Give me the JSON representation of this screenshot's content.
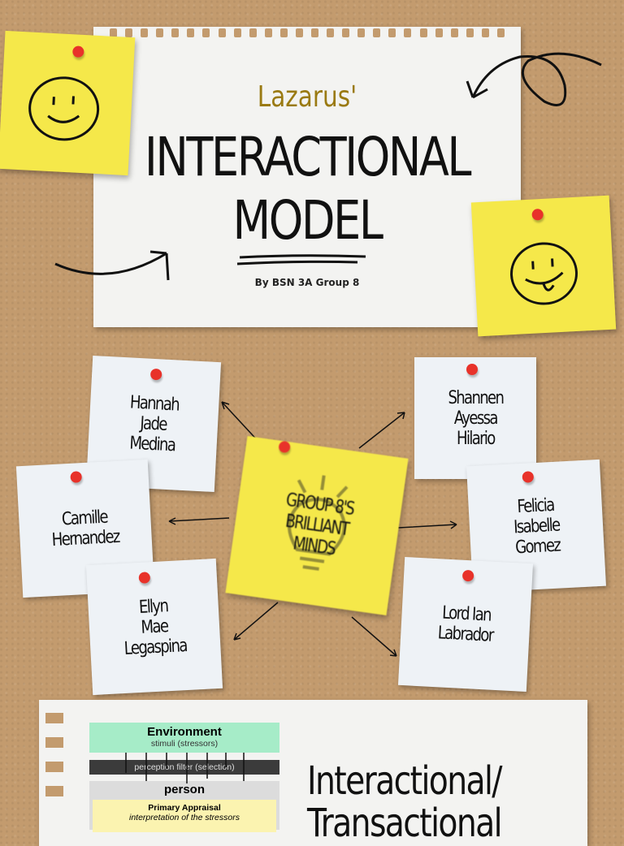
{
  "title": {
    "subtitle": "Lazarus'",
    "line1": "INTERACTIONAL",
    "line2": "MODEL",
    "byline": "By BSN 3A Group 8",
    "accent": "#9a7a12"
  },
  "center_note": {
    "text": "GROUP 8'S\nBRILLIANT\nMINDS",
    "icon": "lightbulb-icon"
  },
  "members": [
    "Hannah\nJade\nMedina",
    "Shannen\nAyessa\nHilario",
    "Camille\nHernandez",
    "Felicia\nIsabelle\nGomez",
    "Ellyn\nMae\nLegaspina",
    "Lord Ian\nLabrador"
  ],
  "diagram": {
    "environment": "Environment",
    "stimuli": "stimuli (stressors)",
    "filter": "perception filter (selection)",
    "person": "person",
    "primary": "Primary Appraisal",
    "primary_desc": "interpretation of the stressors"
  },
  "bottom_heading": {
    "line1": "Interactional/",
    "line2": "Transactional"
  },
  "colors": {
    "cork": "#c39b6e",
    "sticky": "#f5e84a",
    "pin": "#e8322a"
  }
}
